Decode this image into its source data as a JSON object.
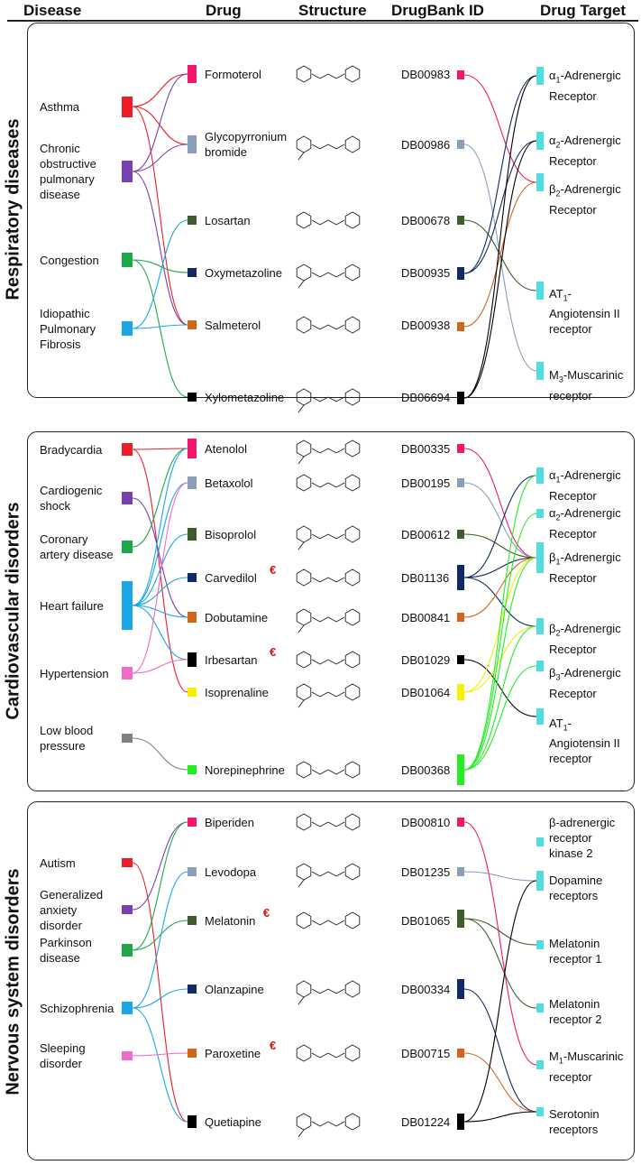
{
  "headers": {
    "disease": "Disease",
    "drug": "Drug",
    "structure": "Structure",
    "drugbank": "DrugBank  ID",
    "target": "Drug Target"
  },
  "panels": [
    {
      "title": "Respiratory diseases",
      "diseases": [
        {
          "label": "Asthma",
          "color": "#ee1c25"
        },
        {
          "label": "Chronic\nobstructive\npulmonary\ndisease",
          "color": "#7a3fb0"
        },
        {
          "label": "Congestion",
          "color": "#1fa84a"
        },
        {
          "label": "Idiopathic\nPulmonary\nFibrosis",
          "color": "#1aa7e8"
        }
      ],
      "drugs": [
        {
          "label": "Formoterol",
          "color": "#f5156b",
          "id": "DB00983",
          "mark": ""
        },
        {
          "label": "Glycopyrronium\nbromide",
          "color": "#8a9fb8",
          "id": "DB00986",
          "mark": ""
        },
        {
          "label": "Losartan",
          "color": "#3d5e2a",
          "id": "DB00678",
          "mark": ""
        },
        {
          "label": "Oxymetazoline",
          "color": "#0f2a66",
          "id": "DB00935",
          "mark": ""
        },
        {
          "label": "Salmeterol",
          "color": "#d4661c",
          "id": "DB00938",
          "mark": ""
        },
        {
          "label": "Xylometazoline",
          "color": "#000000",
          "id": "DB06694",
          "mark": ""
        }
      ],
      "targets": [
        {
          "label": "α1-Adrenergic\nReceptor"
        },
        {
          "label": "α2-Adrenergic\nReceptor"
        },
        {
          "label": "β2-Adrenergic\nReceptor"
        },
        {
          "label": "AT1-\nAngiotensin II\nreceptor"
        },
        {
          "label": "M3-Muscarinic\nreceptor"
        }
      ]
    },
    {
      "title": "Cardiovascular disorders",
      "diseases": [
        {
          "label": "Bradycardia",
          "color": "#ee1c25"
        },
        {
          "label": "Cardiogenic\nshock",
          "color": "#7a3fb0"
        },
        {
          "label": "Coronary\nartery disease",
          "color": "#1fa84a"
        },
        {
          "label": "Heart failure",
          "color": "#1aa7e8"
        },
        {
          "label": "Hypertension",
          "color": "#f06ac8"
        },
        {
          "label": "Low blood\npressure",
          "color": "#808080"
        }
      ],
      "drugs": [
        {
          "label": "Atenolol",
          "color": "#f5156b",
          "id": "DB00335",
          "mark": ""
        },
        {
          "label": "Betaxolol",
          "color": "#8a9fb8",
          "id": "DB00195",
          "mark": ""
        },
        {
          "label": "Bisoprolol",
          "color": "#3d5e2a",
          "id": "DB00612",
          "mark": ""
        },
        {
          "label": "Carvedilol",
          "color": "#0f2a66",
          "id": "DB01136",
          "mark": "€"
        },
        {
          "label": "Dobutamine",
          "color": "#d4661c",
          "id": "DB00841",
          "mark": ""
        },
        {
          "label": "Irbesartan",
          "color": "#000000",
          "id": "DB01029",
          "mark": "€"
        },
        {
          "label": "Isoprenaline",
          "color": "#f6f000",
          "id": "DB01064",
          "mark": ""
        },
        {
          "label": "Norepinephrine",
          "color": "#22ee22",
          "id": "DB00368",
          "mark": ""
        }
      ],
      "targets": [
        {
          "label": "α1-Adrenergic\nReceptor"
        },
        {
          "label": "α2-Adrenergic\nReceptor"
        },
        {
          "label": "β1-Adrenergic\nReceptor"
        },
        {
          "label": "β2-Adrenergic\nReceptor"
        },
        {
          "label": "β3-Adrenergic\nReceptor"
        },
        {
          "label": "AT1-\nAngiotensin II\nreceptor"
        }
      ]
    },
    {
      "title": "Nervous system disorders",
      "diseases": [
        {
          "label": "Autism",
          "color": "#ee1c25"
        },
        {
          "label": "Generalized\nanxiety\ndisorder",
          "color": "#7a3fb0"
        },
        {
          "label": "Parkinson\ndisease",
          "color": "#1fa84a"
        },
        {
          "label": "Schizophrenia",
          "color": "#1aa7e8"
        },
        {
          "label": "Sleeping\ndisorder",
          "color": "#f06ac8"
        }
      ],
      "drugs": [
        {
          "label": "Biperiden",
          "color": "#f5156b",
          "id": "DB00810",
          "mark": ""
        },
        {
          "label": "Levodopa",
          "color": "#8a9fb8",
          "id": "DB01235",
          "mark": ""
        },
        {
          "label": "Melatonin",
          "color": "#3d5e2a",
          "id": "DB01065",
          "mark": "€"
        },
        {
          "label": "Olanzapine",
          "color": "#0f2a66",
          "id": "DB00334",
          "mark": ""
        },
        {
          "label": "Paroxetine",
          "color": "#d4661c",
          "id": "DB00715",
          "mark": "€"
        },
        {
          "label": "Quetiapine",
          "color": "#000000",
          "id": "DB01224",
          "mark": ""
        }
      ],
      "targets": [
        {
          "label": "β-adrenergic\nreceptor\nkinase 2"
        },
        {
          "label": "Dopamine\nreceptors"
        },
        {
          "label": "Melatonin\nreceptor 1"
        },
        {
          "label": "Melatonin\nreceptor 2"
        },
        {
          "label": "M1-Muscarinic\nreceptor"
        },
        {
          "label": "Serotonin\nreceptors"
        }
      ]
    }
  ],
  "colors": {
    "target_node": "#4fdde0"
  }
}
